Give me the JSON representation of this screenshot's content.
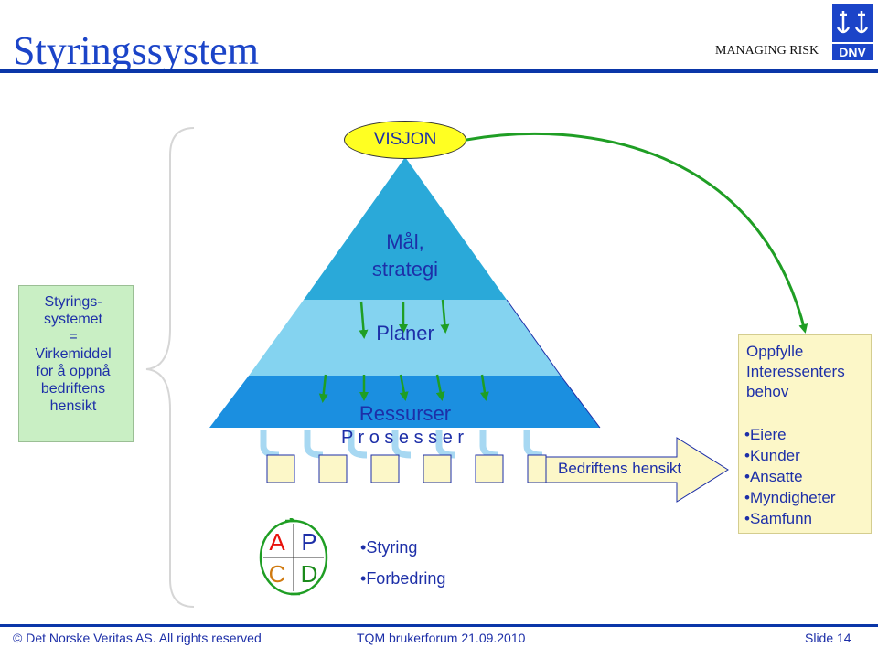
{
  "header": {
    "title": "Styringssystem",
    "tagline": "MANAGING RISK",
    "logo_text": "DNV"
  },
  "left_box": {
    "lines": [
      "Styrings-",
      "systemet",
      "=",
      "Virkemiddel",
      "for å oppnå",
      "bedriftens",
      "hensikt"
    ]
  },
  "pyramid": {
    "apex_label": "VISJON",
    "levels": [
      {
        "label_lines": [
          "Mål,",
          "strategi"
        ]
      },
      {
        "label_lines": [
          "Planer"
        ]
      },
      {
        "label_lines": [
          "Ressurser"
        ]
      },
      {
        "label_lines": [
          "P r o s e s s e r"
        ]
      }
    ]
  },
  "arrow_label": "Bedriftens hensikt",
  "right_box": {
    "heading_lines": [
      "Oppfylle",
      "Interessenters",
      "behov"
    ],
    "items": [
      "Eiere",
      "Kunder",
      "Ansatte",
      "Myndigheter",
      "Samfunn"
    ]
  },
  "pdca": {
    "p": "P",
    "a": "A",
    "c": "C",
    "d": "D"
  },
  "bullets": [
    "Styring",
    "Forbedring"
  ],
  "footer": {
    "copyright": "© Det Norske Veritas AS. All rights reserved",
    "event": "TQM brukerforum 21.09.2010",
    "slide": "Slide 14"
  },
  "colors": {
    "title_blue": "#1b44c8",
    "text_blue": "#1d2fa8",
    "rule_blue": "#0a36a8",
    "level1": "#2aa9d9",
    "level2": "#84d3f0",
    "level3": "#1b8fe0",
    "visjon_fill": "#ffff22",
    "arrow_green": "#1f9e24",
    "pdca_red": "#e8120c",
    "pdca_blue": "#1d2fa8",
    "pdca_green": "#1a8a1a"
  }
}
